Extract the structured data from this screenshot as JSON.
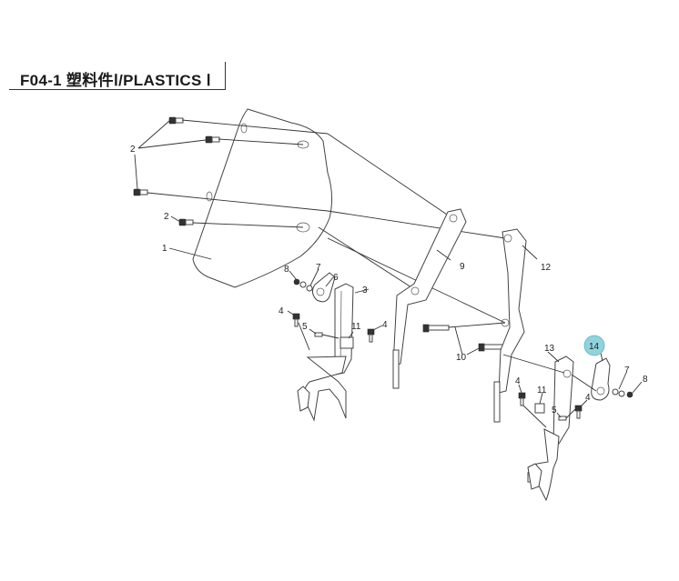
{
  "header": {
    "title": "F04-1  塑料件Ⅰ/PLASTICS Ⅰ"
  },
  "callouts": [
    {
      "id": "c2a",
      "text": "2"
    },
    {
      "id": "c2b",
      "text": "2"
    },
    {
      "id": "c1",
      "text": "1"
    },
    {
      "id": "c8a",
      "text": "8"
    },
    {
      "id": "c7a",
      "text": "7"
    },
    {
      "id": "c6",
      "text": "6"
    },
    {
      "id": "c3",
      "text": "3"
    },
    {
      "id": "c4a",
      "text": "4"
    },
    {
      "id": "c5a",
      "text": "5"
    },
    {
      "id": "c11a",
      "text": "11"
    },
    {
      "id": "c4b",
      "text": "4"
    },
    {
      "id": "c9",
      "text": "9"
    },
    {
      "id": "c12",
      "text": "12"
    },
    {
      "id": "c10",
      "text": "10"
    },
    {
      "id": "c13",
      "text": "13"
    },
    {
      "id": "c14",
      "text": "14"
    },
    {
      "id": "c7b",
      "text": "7"
    },
    {
      "id": "c8b",
      "text": "8"
    },
    {
      "id": "c4c",
      "text": "4"
    },
    {
      "id": "c11b",
      "text": "11"
    },
    {
      "id": "c5b",
      "text": "5"
    },
    {
      "id": "c4d",
      "text": "4"
    }
  ],
  "highlight": {
    "callout": "14",
    "color": "#8fd3dd"
  }
}
